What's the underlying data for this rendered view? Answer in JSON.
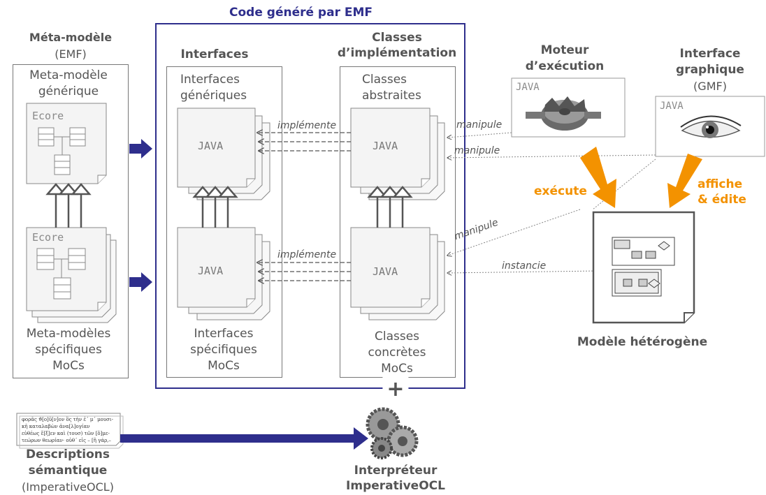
{
  "emf_box": {
    "title": "Code généré par EMF"
  },
  "metamodel": {
    "title": "Méta-modèle",
    "subtitle": "(EMF)",
    "generic_label_1": "Meta-modèle",
    "generic_label_2": "générique",
    "ecore_top": "Ecore",
    "ecore_bottom": "Ecore",
    "specific_1": "Meta-modèles",
    "specific_2": "spécifiques",
    "specific_3": "MoCs"
  },
  "interfaces": {
    "title": "Interfaces",
    "generic_1": "Interfaces",
    "generic_2": "génériques",
    "java_top": "JAVA",
    "java_bottom": "JAVA",
    "specific_1": "Interfaces",
    "specific_2": "spécifiques",
    "specific_3": "MoCs"
  },
  "classes": {
    "title_1": "Classes",
    "title_2": "d’implémentation",
    "abstract_1": "Classes",
    "abstract_2": "abstraites",
    "java_top": "JAVA",
    "java_bottom": "JAVA",
    "concrete_1": "Classes",
    "concrete_2": "concrètes",
    "concrete_3": "MoCs"
  },
  "links": {
    "implemente_top": "implémente",
    "implemente_bottom": "implémente",
    "manipule_1": "manipule",
    "manipule_2": "manipule",
    "manipule_3": "manipule",
    "instancie": "instancie"
  },
  "engine": {
    "title_1": "Moteur",
    "title_2": "d’exécution",
    "java": "JAVA",
    "icon": "gear-rotor-icon"
  },
  "gui": {
    "title_1": "Interface",
    "title_2": "graphique",
    "subtitle": "(GMF)",
    "java": "JAVA",
    "icon": "eye-icon"
  },
  "actions": {
    "execute": "exécute",
    "affiche_1": "affiche",
    "affiche_2": "& édite"
  },
  "model": {
    "title": "Modèle hétérogène"
  },
  "semantics": {
    "title_1": "Descriptions",
    "title_2": "sémantique",
    "subtitle": "(ImperativeOCL)",
    "greek_1": "φορᾶς ϑ[ο]ῦ[ν]ον ὃς τὴν ἐ΄ μ΄ μουσι-",
    "greek_2": "κῆ καταλαβὼν ἀνα[λ]ογίαν",
    "greek_3": "εὐθέως ἔ[ξ]εν καὶ (τουσ) τῶν [ὅ]με-",
    "greek_4": "τεώρων θεωρίαν· οὐθ΄ εἰς – [ἢ γάρ,–"
  },
  "interpreter": {
    "plus": "+",
    "title_1": "Interpréteur",
    "title_2": "ImperativeOCL",
    "icon": "gears-icon"
  },
  "colors": {
    "navy": "#2e2e8c",
    "orange": "#f39200",
    "border": "#777777"
  }
}
